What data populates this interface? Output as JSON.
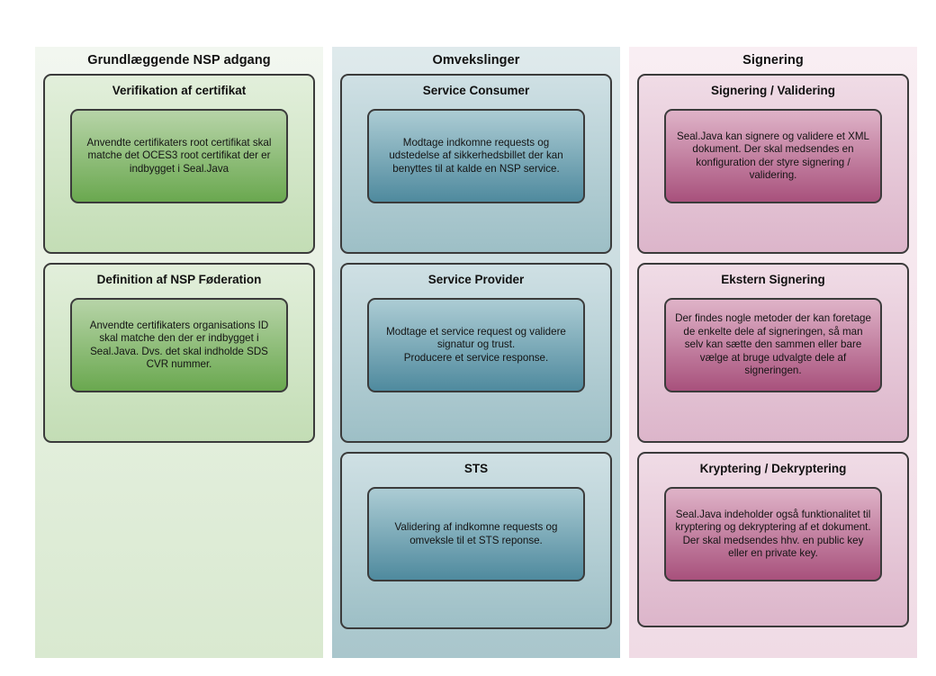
{
  "diagram": {
    "columns": [
      {
        "id": "grundlaeggende-nsp-adgang",
        "title": "Grundlæggende NSP adgang",
        "theme": "green",
        "cards": [
          {
            "id": "verifikation-af-certifikat",
            "title": "Verifikation af certifikat",
            "note": "Anvendte certifikaters root certifikat skal matche det OCES3 root certifikat der er indbygget i Seal.Java"
          },
          {
            "id": "definition-af-nsp-foederation",
            "title": "Definition af NSP Føderation",
            "note": "Anvendte certifikaters organisations ID skal matche den der er indbygget i Seal.Java. Dvs. det skal indholde SDS CVR nummer."
          }
        ]
      },
      {
        "id": "omvekslinger",
        "title": "Omvekslinger",
        "theme": "blue",
        "cards": [
          {
            "id": "service-consumer",
            "title": "Service Consumer",
            "note": "Modtage indkomne requests og udstedelse af sikkerhedsbillet der kan benyttes til at kalde en NSP service."
          },
          {
            "id": "service-provider",
            "title": "Service Provider",
            "note": "Modtage et service request og validere signatur og trust.\nProducere et service response."
          },
          {
            "id": "sts",
            "title": "STS",
            "note": "Validering af indkomne requests og omveksle til et STS reponse."
          }
        ]
      },
      {
        "id": "signering",
        "title": "Signering",
        "theme": "pink",
        "cards": [
          {
            "id": "signering-validering",
            "title": "Signering / Validering",
            "note": "Seal.Java kan signere og validere et XML dokument. Der skal medsendes en konfiguration der styre signering / validering."
          },
          {
            "id": "ekstern-signering",
            "title": "Ekstern Signering",
            "note": "Der findes nogle metoder der kan foretage de enkelte dele af signeringen, så man selv kan sætte den sammen eller bare vælge at bruge udvalgte dele af signeringen."
          },
          {
            "id": "kryptering-dekryptering",
            "title": "Kryptering / Dekryptering",
            "note": "Seal.Java indeholder også funktionalitet til kryptering og dekryptering af et dokument. Der skal medsendes hhv. en public key eller en private key."
          }
        ]
      }
    ]
  },
  "colors": {
    "column_green": "#e9f2e5",
    "column_blue": "#d6e6e9",
    "column_pink": "#f8eef3",
    "card_green": "#d4e8c9",
    "card_blue": "#bdd6db",
    "card_pink": "#e8cddb",
    "note_green": "#6aa84f",
    "note_blue": "#4f8a9e",
    "note_pink": "#a8517c",
    "border": "#3b3b3b",
    "text": "#141414"
  }
}
